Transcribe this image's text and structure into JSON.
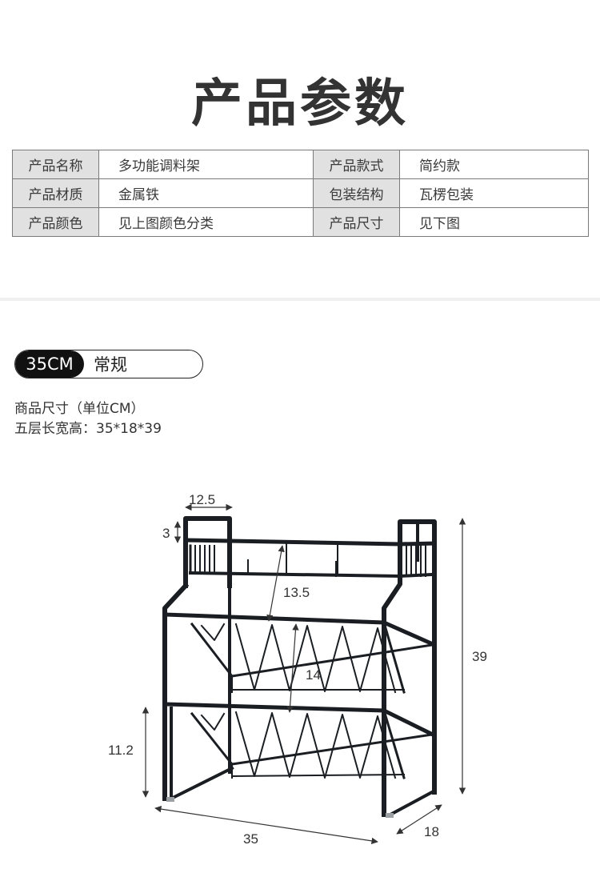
{
  "header": {
    "title": "产品参数"
  },
  "specs": [
    {
      "k1": "产品名称",
      "v1": "多功能调料架",
      "k2": "产品款式",
      "v2": "简约款"
    },
    {
      "k1": "产品材质",
      "v1": "金属铁",
      "k2": "包装结构",
      "v2": "瓦楞包装"
    },
    {
      "k1": "产品颜色",
      "v1": "见上图颜色分类",
      "k2": "产品尺寸",
      "v2": "见下图"
    }
  ],
  "size_option": {
    "tag": "35CM",
    "name": "常规"
  },
  "description": {
    "line1": "商品尺寸（单位CM）",
    "line2": "五层长宽高：35*18*39"
  },
  "dimensions": {
    "top_width": "12.5",
    "rail_height": "3",
    "shelf_depth_top": "13.5",
    "shelf_depth_mid": "14",
    "height": "39",
    "leg_height": "11.2",
    "length": "35",
    "depth": "18"
  },
  "colors": {
    "rack": "#1a1e22",
    "header_cell": "#e1e1e1",
    "pill": "#111111"
  }
}
